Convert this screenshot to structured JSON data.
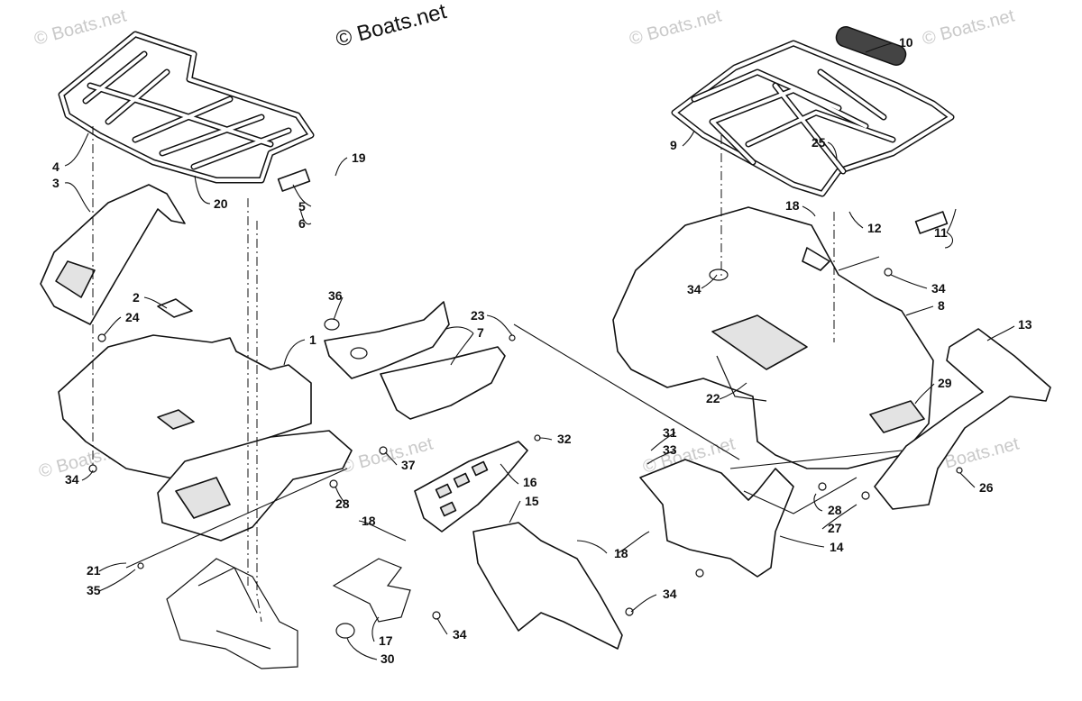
{
  "diagram": {
    "watermark_main": "© Boats.net",
    "watermark_faint": "© Boats.net",
    "callouts": [
      "1",
      "2",
      "3",
      "4",
      "5",
      "6",
      "7",
      "8",
      "9",
      "10",
      "11",
      "12",
      "13",
      "14",
      "15",
      "16",
      "17",
      "18",
      "19",
      "20",
      "21",
      "22",
      "23",
      "24",
      "25",
      "26",
      "27",
      "28",
      "29",
      "30",
      "31",
      "32",
      "33",
      "34",
      "35",
      "36",
      "37"
    ]
  }
}
